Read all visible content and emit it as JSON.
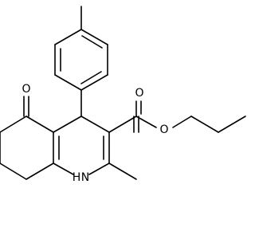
{
  "structure": {
    "atom_labels": {
      "ketone_oxygen": "O",
      "ester_carbonyl_oxygen": "O",
      "ester_alkoxy_oxygen": "O",
      "ring_nitrogen_h": "H",
      "ring_nitrogen": "N"
    },
    "colors": {
      "bond": "#000000",
      "label": "#000000",
      "background": "#ffffff"
    }
  }
}
